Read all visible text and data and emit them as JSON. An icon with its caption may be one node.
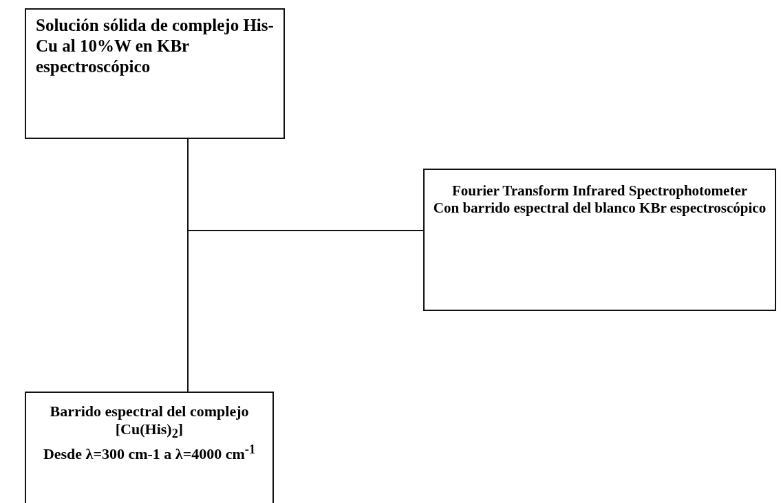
{
  "diagram": {
    "nodes": [
      {
        "text": [
          "Solución sólida de complejo  His-Cu al 10%W en KBr espectroscópico"
        ]
      },
      {
        "text": [
          "Fourier Transform Infrared Spectrophotometer",
          "Con barrido espectral del blanco KBr espectroscópico"
        ]
      },
      {
        "text": [
          "Barrido espectral del complejo",
          "[Cu(His)$_{2}$]",
          "Desde λ=300 cm-1  a λ=4000 cm$^{-1}$"
        ]
      }
    ],
    "edges": [
      {
        "from": 0,
        "to": 2,
        "arrow": "none"
      },
      {
        "from": 1,
        "to": 2,
        "arrow": "none"
      }
    ]
  }
}
